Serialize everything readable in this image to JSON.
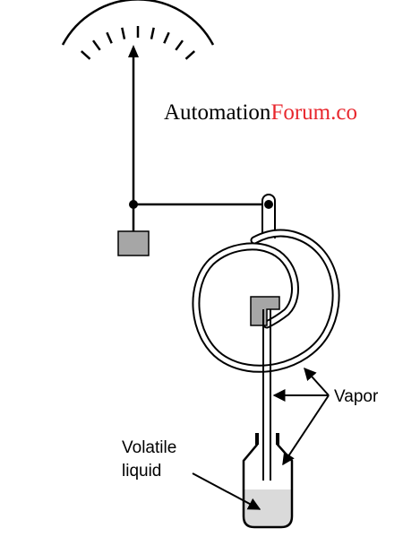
{
  "watermark": {
    "part1": "Automation",
    "part2": "Forum.co",
    "color1": "#000000",
    "color2": "#e8262d"
  },
  "labels": {
    "vapor": "Vapor",
    "volatile_line1": "Volatile",
    "volatile_line2": "liquid"
  },
  "colors": {
    "stroke": "#000000",
    "block_fill": "#a6a6a6",
    "liquid_fill": "#dadada"
  },
  "gauge": {
    "tick_count": 9
  }
}
